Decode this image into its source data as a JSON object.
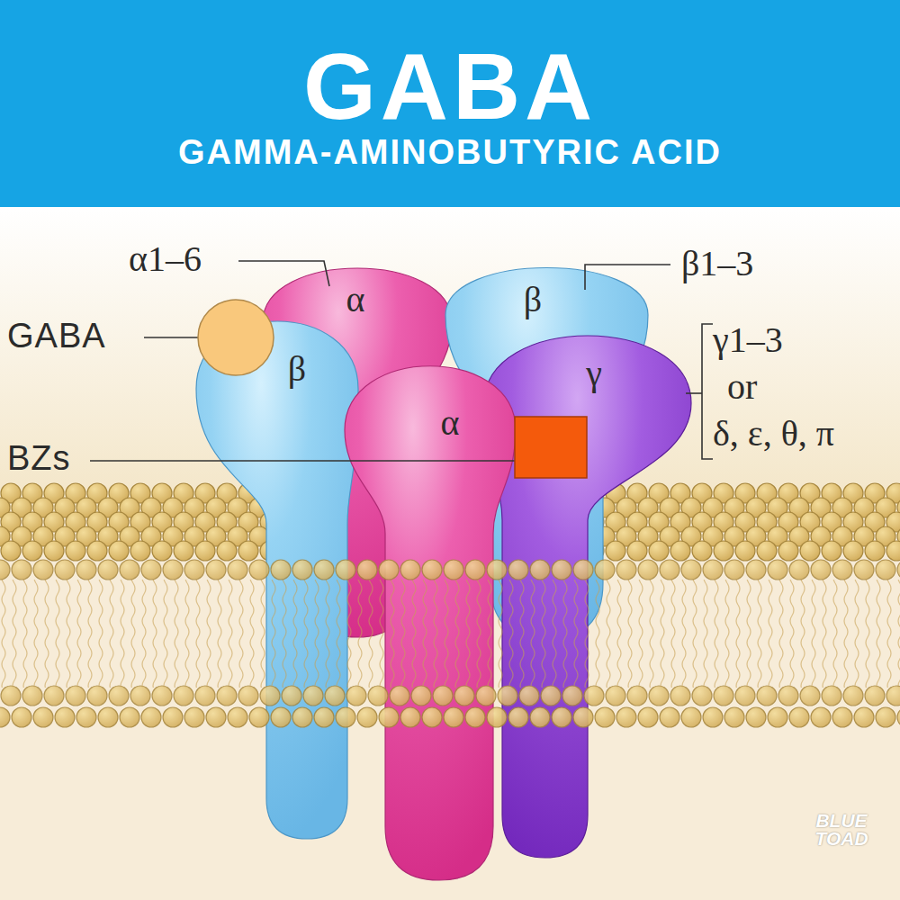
{
  "diagram": {
    "title": "GABA",
    "nodes": [
      {
        "text": [
          "α"
        ]
      },
      {
        "text": [
          "β"
        ]
      },
      {
        "text": [
          "β"
        ]
      },
      {
        "text": [
          "α"
        ]
      },
      {
        "text": [
          "γ"
        ]
      }
    ],
    "labels": [
      "GAMMA-AMINOBUTYRIC ACID",
      "α1–6",
      "β1–3",
      "GABA",
      "γ1–3",
      "or",
      "δ, ε, θ, π",
      "BZs",
      "BLUE TOAD"
    ]
  }
}
